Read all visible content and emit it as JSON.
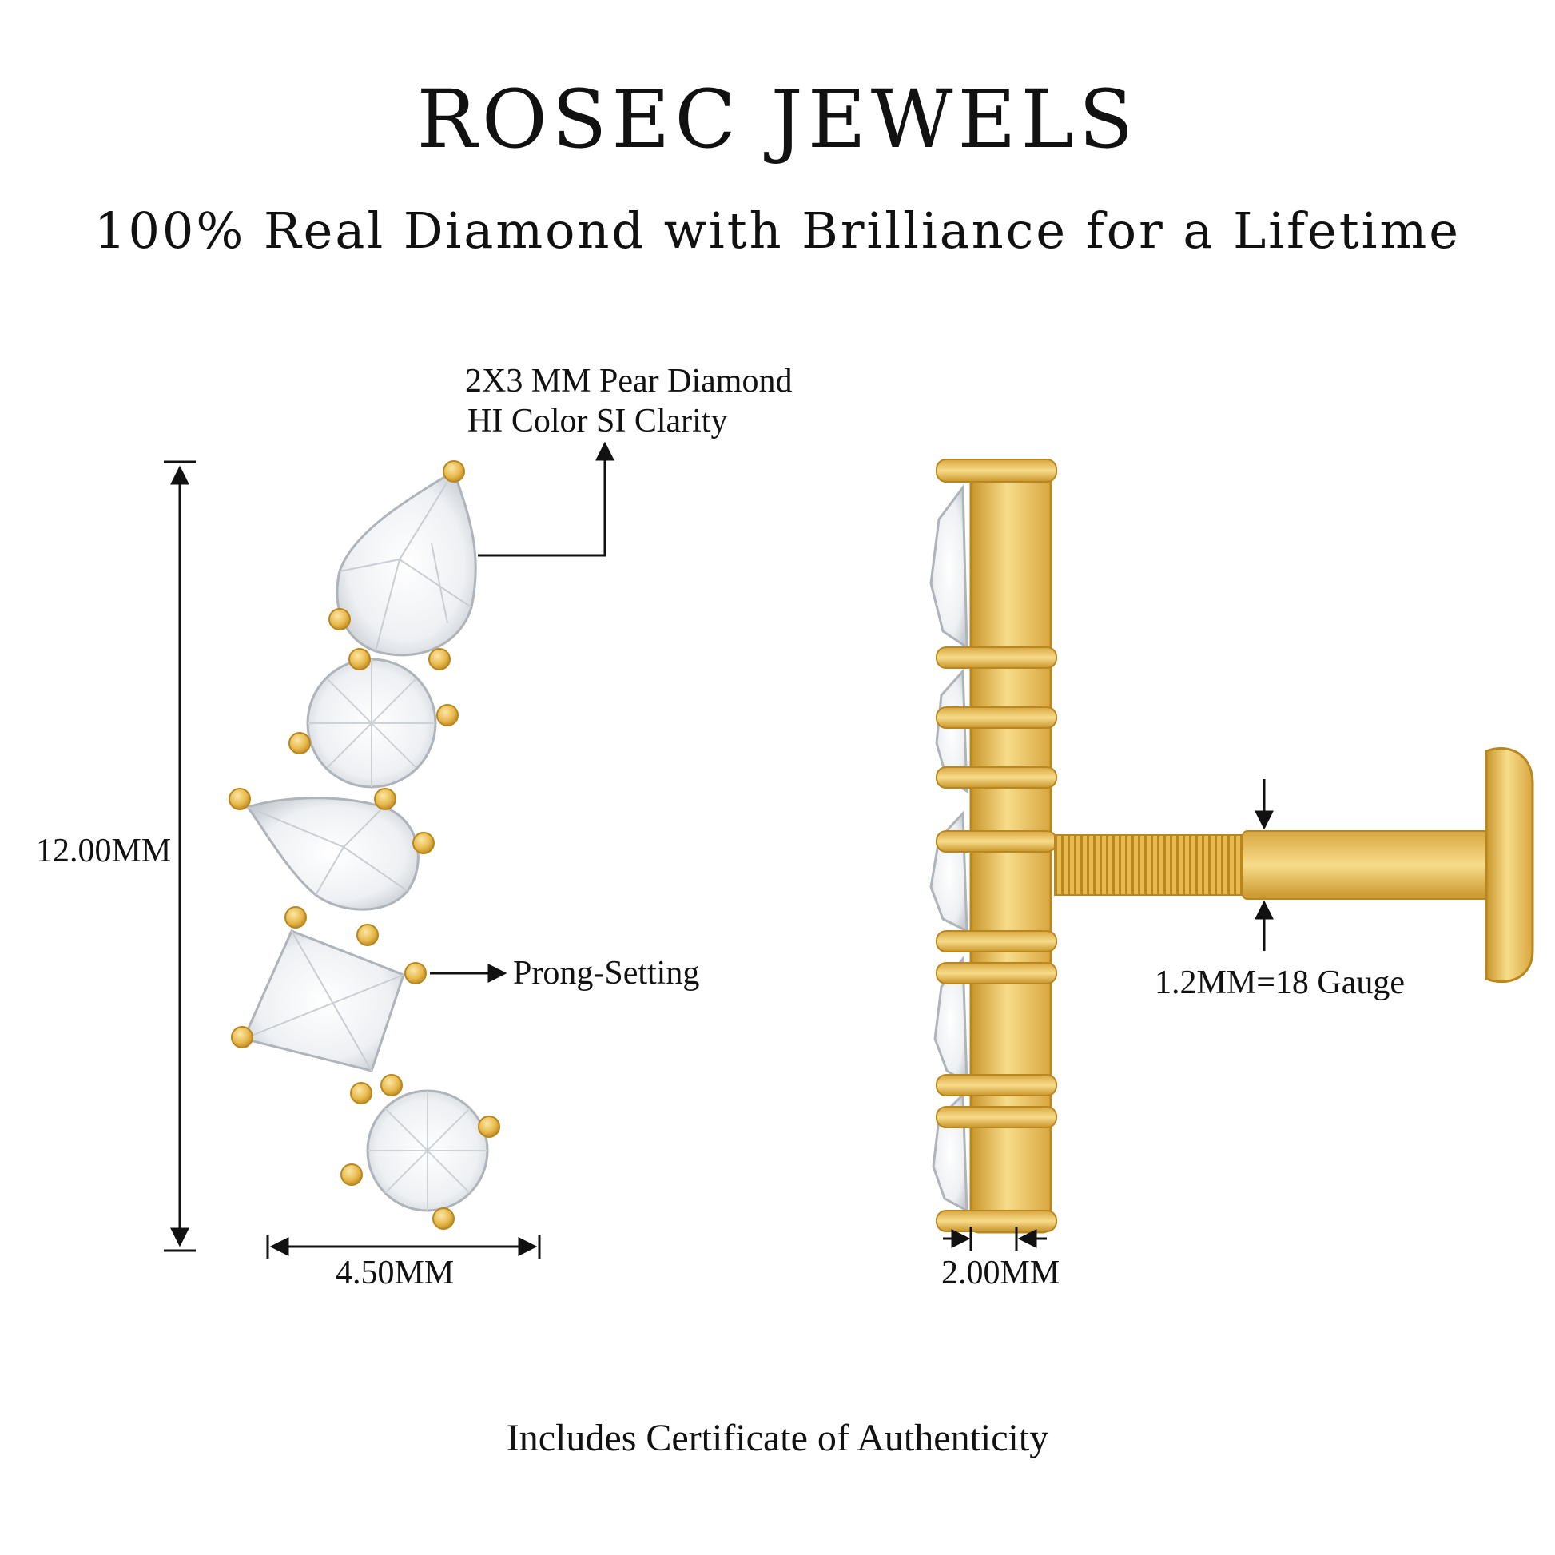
{
  "header": {
    "brand": "ROSEC JEWELS",
    "tagline": "100% Real Diamond with Brilliance for a Lifetime"
  },
  "annotations": {
    "stone_size": "2X3 MM Pear Diamond",
    "stone_grade": "HI Color SI Clarity",
    "height": "12.00MM",
    "width": "4.50MM",
    "setting": "Prong-Setting",
    "depth": "2.00MM",
    "gauge": "1.2MM=18 Gauge"
  },
  "footer": {
    "certificate": "Includes Certificate of Authenticity"
  },
  "colors": {
    "gold": "#e8b94c",
    "gold_dark": "#c9952a",
    "gold_light": "#f7dc8a",
    "diamond": "#f2f4f6",
    "diamond_edge": "#b9bec4",
    "ink": "#111111"
  }
}
